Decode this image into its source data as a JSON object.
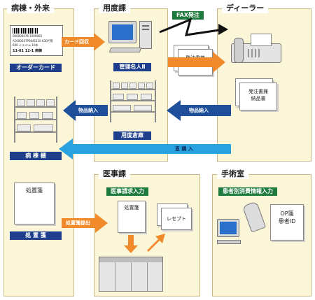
{
  "panels": {
    "ward": "病棟・外来",
    "supply": "用度課",
    "dealer": "ディーラー",
    "medical": "医事課",
    "surgery": "手術室"
  },
  "labels": {
    "order_card": "オーダーカード",
    "ward_shelf": "病 棟 棚",
    "prescription_bottom": "処 置 箋",
    "kanri_meijin": "管理名人Ⅱ",
    "supply_warehouse": "用度倉庫",
    "fax_order": "FAX発注",
    "medical_billing_input": "医事請求入力",
    "patient_consumption_input": "患者別消費情報入力"
  },
  "arrows": {
    "card_collection": "カード回収",
    "goods_delivery_left": "物品納入",
    "goods_delivery_right": "物品納入",
    "direct_purchase": "直 購 入",
    "prescription_submit": "処置箋提出"
  },
  "documents": {
    "order_delivery_1": [
      "発注書兼",
      "納品書"
    ],
    "order_delivery_2": [
      "発注書兼",
      "納品書"
    ],
    "prescription_doc": "処置箋",
    "prescription_small": "処置箋",
    "receipt": "レセプト",
    "op_form": [
      "OP箋",
      "患者ID"
    ]
  },
  "order_card_lines": [
    "000000476  1000666",
    "A1000207P0041110  630円等",
    "600 メラメ:ム     10本",
    "11-01 12-1 病棟"
  ],
  "colors": {
    "orange_arrow": "#f08a2a",
    "blue_arrow": "#1f4f9a",
    "light_blue_arrow": "#2aa2e0",
    "navy_label": "#1f3f8c",
    "green_label": "#1e7a3c",
    "panel_fill": "#fcf6d8"
  }
}
